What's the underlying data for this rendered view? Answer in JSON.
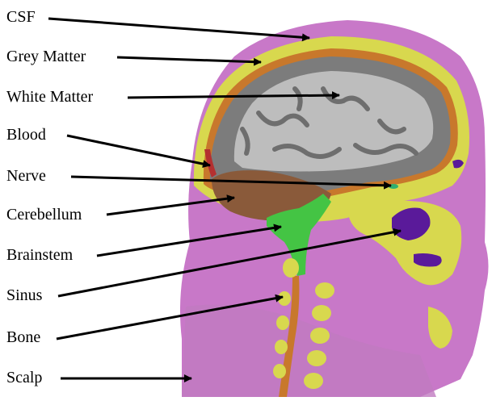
{
  "labels": [
    {
      "id": "csf",
      "text": "CSF"
    },
    {
      "id": "grey-matter",
      "text": "Grey Matter"
    },
    {
      "id": "white-matter",
      "text": "White Matter"
    },
    {
      "id": "blood",
      "text": "Blood"
    },
    {
      "id": "nerve",
      "text": "Nerve"
    },
    {
      "id": "cerebellum",
      "text": "Cerebellum"
    },
    {
      "id": "brainstem",
      "text": "Brainstem"
    },
    {
      "id": "sinus",
      "text": "Sinus"
    },
    {
      "id": "bone",
      "text": "Bone"
    },
    {
      "id": "scalp",
      "text": "Scalp"
    }
  ],
  "colors": {
    "scalp": "#c878c8",
    "bone": "#d6d64a",
    "csf": "#c06a2a",
    "grey_matter": "#7a7a7a",
    "white_matter": "#b4b4b4",
    "blood": "#b43030",
    "cerebellum": "#8a5a3a",
    "brainstem": "#40c040",
    "sinus": "#5a1a9a",
    "nerve": "#30b070",
    "arrow": "#000000"
  }
}
